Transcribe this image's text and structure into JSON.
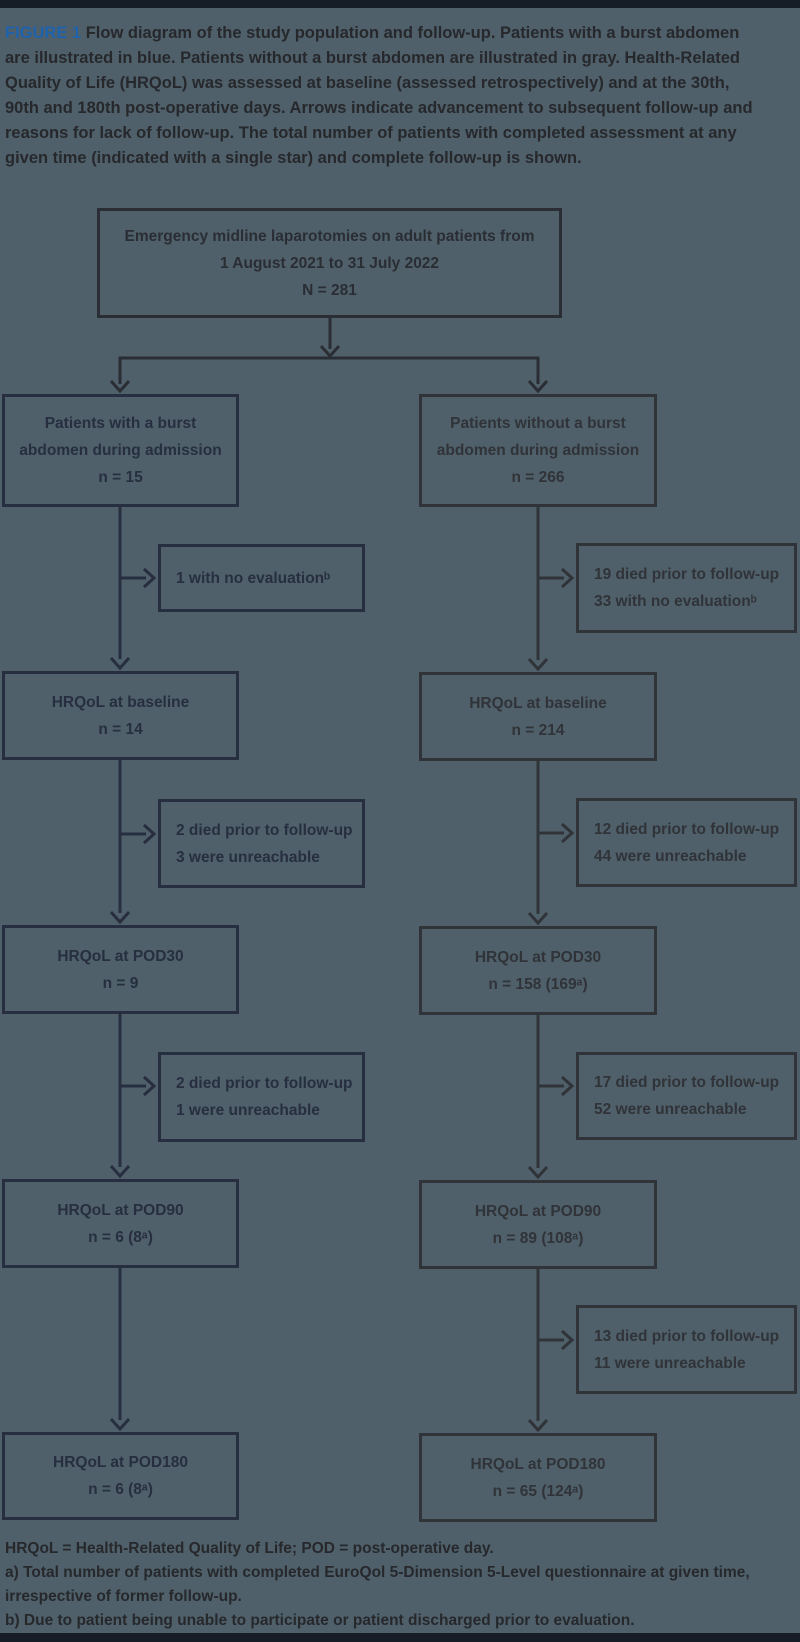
{
  "page": {
    "background_color": "#4f606a",
    "rule_color": "#171d26"
  },
  "caption": {
    "label": "FIGURE 1",
    "label_color": "#1f62ad",
    "text": "Flow diagram of the study population and follow-up. Patients with a burst abdomen are illustrated in blue. Patients without a burst abdomen are illustrated in gray. Health-Related Quality of Life (HRQoL) was assessed at baseline (assessed retrospectively) and at the 30th, 90th and 180th post-operative days. Arrows indicate advancement to subsequent follow-up and reasons for lack of follow-up. The total number of patients with completed assessment at any given time (indicated with a single star) and complete follow-up is shown."
  },
  "diagram": {
    "top_box": {
      "l1": "Emergency midline laparotomies on adult patients from",
      "l2": "1 August 2021 to 31 July 2022",
      "l3": "N = 281"
    },
    "left_branch": {
      "group": "Patients with a burst abdomen (blue)",
      "admission": {
        "l1": "Patients with a burst",
        "l2": "abdomen during admission",
        "l3": "n = 15"
      },
      "dropout_admission": {
        "l1": "1 with no evaluationᵇ"
      },
      "baseline": {
        "l1": "HRQoL at baseline",
        "l2": "n = 14"
      },
      "dropout_baseline": {
        "l1": "2 died prior to follow-up",
        "l2": "3 were unreachable"
      },
      "pod30": {
        "l1": "HRQoL at POD30",
        "l2": "n = 9"
      },
      "dropout_pod30": {
        "l1": "2 died prior to follow-up",
        "l2": "1 were unreachable"
      },
      "pod90": {
        "l1": "HRQoL at POD90",
        "l2": "n = 6 (8ᵃ)"
      },
      "pod180": {
        "l1": "HRQoL at POD180",
        "l2": "n = 6 (8ᵃ)"
      }
    },
    "right_branch": {
      "group": "Patients without a burst abdomen (gray)",
      "admission": {
        "l1": "Patients without a burst",
        "l2": "abdomen during admission",
        "l3": "n = 266"
      },
      "dropout_admission": {
        "l1": "19 died prior to follow-up",
        "l2": "33 with no evaluationᵇ"
      },
      "baseline": {
        "l1": "HRQoL at baseline",
        "l2": "n = 214"
      },
      "dropout_baseline": {
        "l1": "12 died prior to follow-up",
        "l2": "44 were unreachable"
      },
      "pod30": {
        "l1": "HRQoL at POD30",
        "l2": "n = 158 (169ᵃ)"
      },
      "dropout_pod30": {
        "l1": "17 died prior to follow-up",
        "l2": "52 were unreachable"
      },
      "pod90": {
        "l1": "HRQoL at POD90",
        "l2": "n = 89 (108ᵃ)"
      },
      "dropout_pod90": {
        "l1": "13 died prior to follow-up",
        "l2": "11 were unreachable"
      },
      "pod180": {
        "l1": "HRQoL at POD180",
        "l2": "n = 65 (124ᵃ)"
      }
    }
  },
  "footnotes": {
    "abbrev": "HRQoL = Health-Related Quality of Life; POD = post-operative day.",
    "note_a": "a) Total number of patients with completed EuroQol 5-Dimension 5-Level questionnaire at given time, irrespective of former follow-up.",
    "note_b": "b) Due to patient being unable to participate or patient discharged prior to evaluation."
  }
}
